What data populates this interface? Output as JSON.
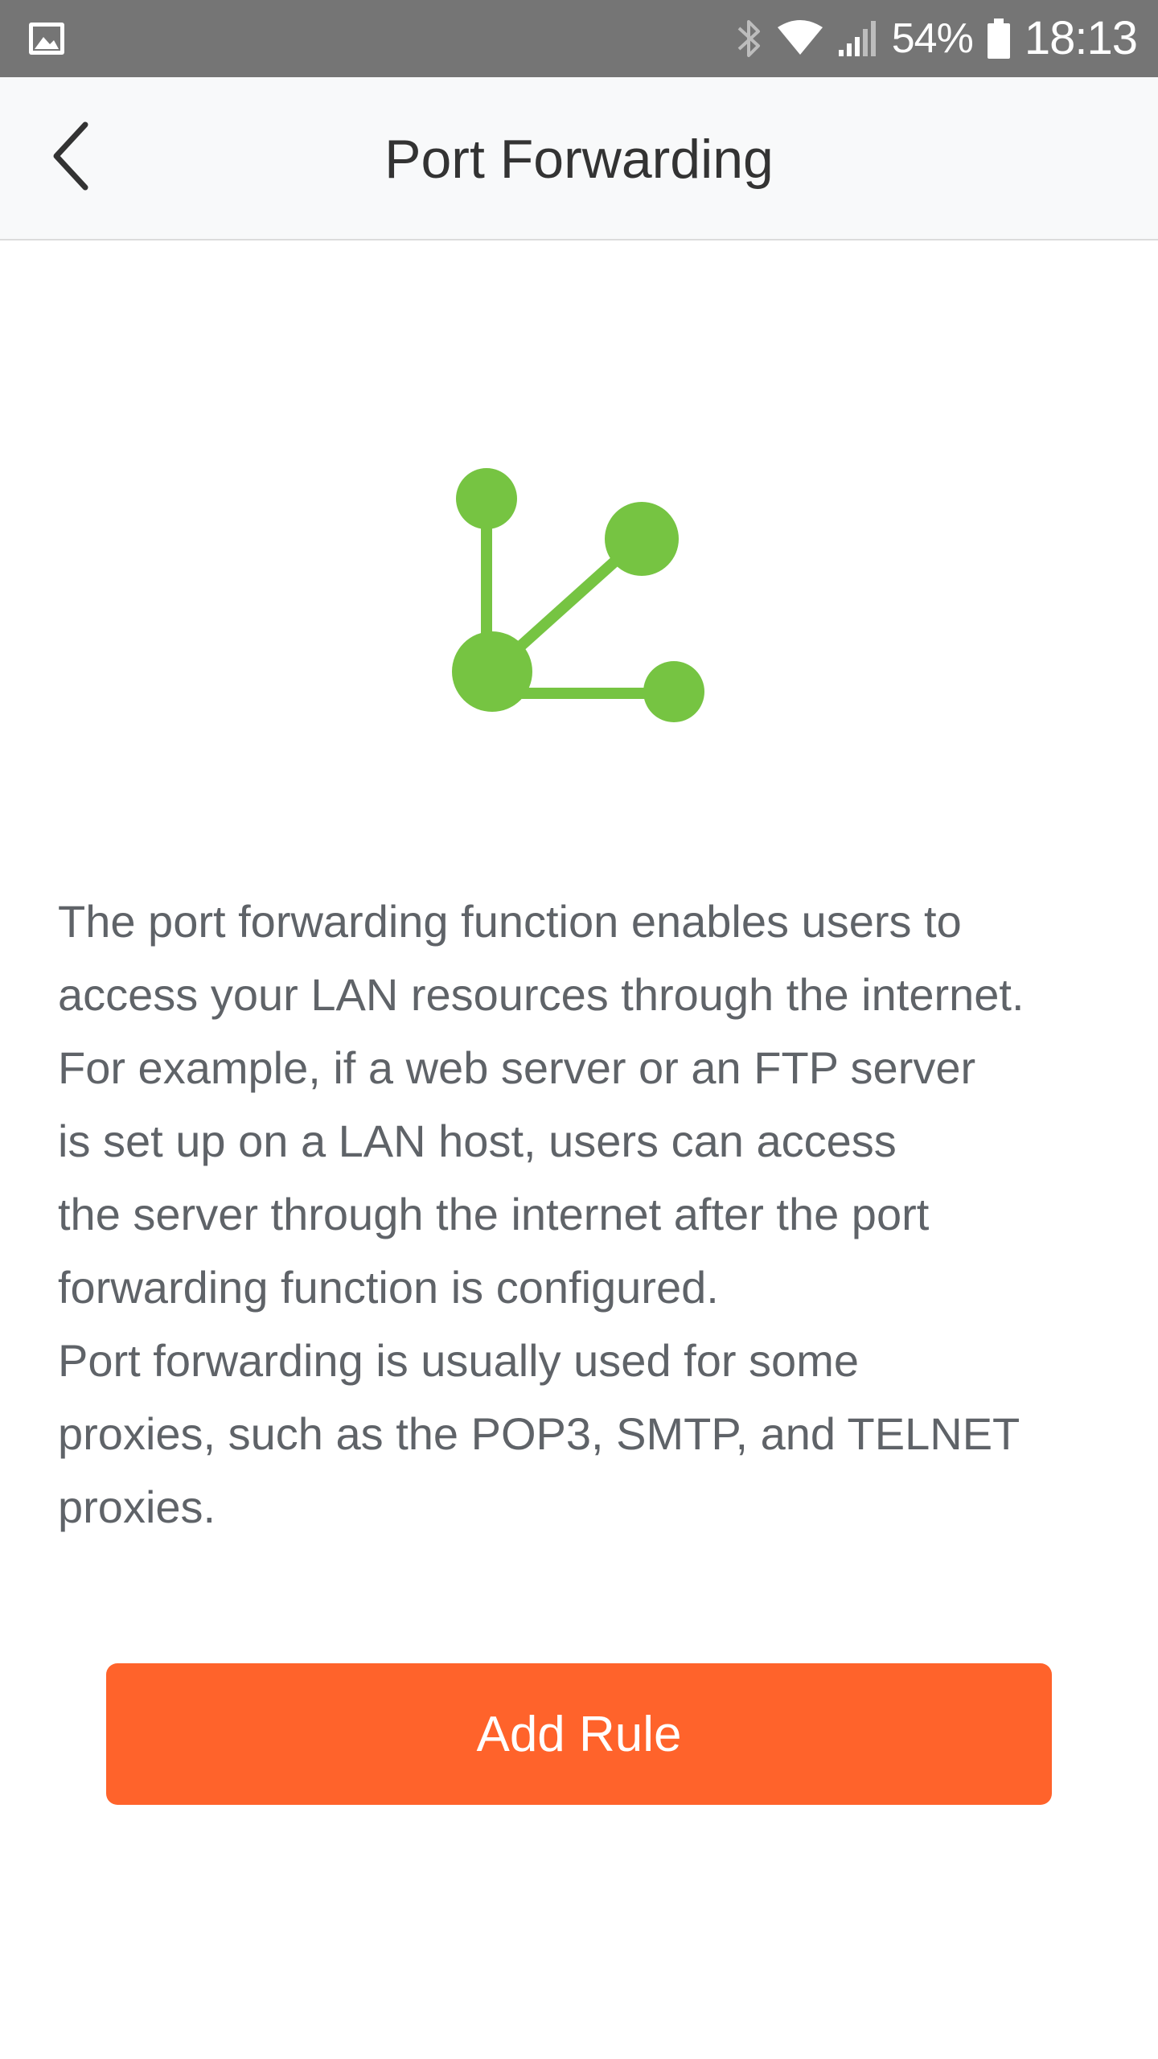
{
  "status_bar": {
    "battery_percent": "54%",
    "time": "18:13",
    "icons": [
      "image-icon",
      "bluetooth-icon",
      "wifi-icon",
      "signal-icon",
      "battery-icon"
    ]
  },
  "header": {
    "title": "Port Forwarding",
    "back_icon": "chevron-left-icon"
  },
  "hero": {
    "icon": "network-nodes-icon",
    "color": "#76c442"
  },
  "description": {
    "lines": [
      "The port forwarding function enables users to",
      "access your LAN resources through the internet.",
      "For example, if a web server or an FTP server",
      "is set up on a LAN host, users can access",
      "the server through the internet after the port",
      "forwarding function is configured.",
      "Port forwarding is usually used for some",
      "proxies, such as the POP3, SMTP, and TELNET",
      "proxies."
    ]
  },
  "actions": {
    "add_rule_label": "Add Rule",
    "add_rule_color": "#ff632b"
  }
}
